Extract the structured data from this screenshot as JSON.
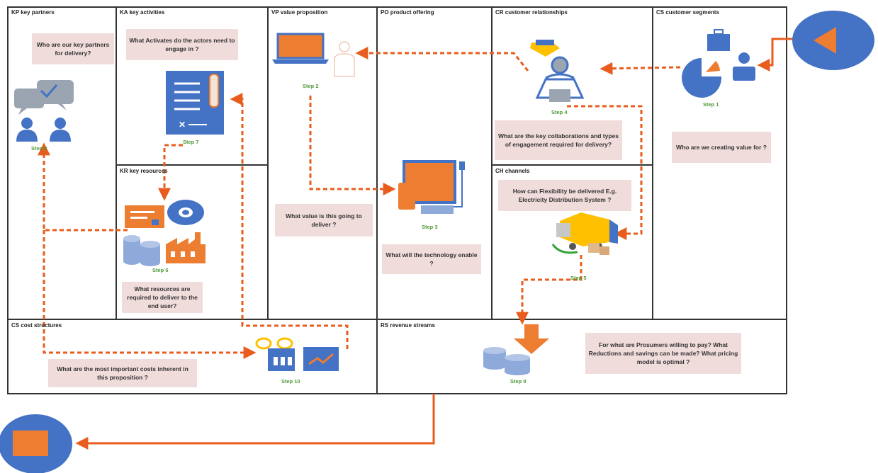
{
  "cells": {
    "kp": {
      "title": "KP key partners",
      "question": "Who are our key partners for delivery?",
      "step": "Step 8"
    },
    "ka": {
      "title": "KA key activities",
      "question": "What Activates do the actors need to engage in ?",
      "step": "Step 7"
    },
    "kr": {
      "title": "KR key resources",
      "question": "What resources are required to deliver to the end user?",
      "step": "Step 6"
    },
    "vp": {
      "title": "VP value proposition",
      "question": "What value is this going to deliver ?",
      "step": "Step 2"
    },
    "po": {
      "title": "PO product offering",
      "question": "What will the technology enable ?",
      "step": "Step 3"
    },
    "cr": {
      "title": "CR customer relationships",
      "question": "What are the key collaborations and types of engagement required for delivery?",
      "step": "Step 4"
    },
    "ch": {
      "title": "CH channels",
      "question": "How can Flexibility be delivered E.g. Electricity Distribution System ?",
      "step": "Step 5"
    },
    "cs_seg": {
      "title": "CS customer segments",
      "question": "Who are we creating value for ?",
      "step": "Step 1"
    },
    "cost": {
      "title": "CS cost structures",
      "question": "What are the most important costs inherent in this proposition ?",
      "step": "Step 10"
    },
    "rev": {
      "title": "RS revenue streams",
      "question": "For what are Prosumers willing to pay? What Reductions and savings can be made? What pricing model is optimal ?",
      "step": "Step 9"
    }
  },
  "colors": {
    "arrow": "#e85d1e",
    "icon_blue": "#4472c4",
    "icon_orange": "#ed7d31",
    "icon_gray": "#9aa5b1",
    "step_green": "#4f9a3a",
    "question_bg": "#f1dcdc",
    "start_circle": "#4472c4"
  },
  "icons": [
    "back-arrow-icon",
    "chat-people-icon",
    "document-icon",
    "database-icon",
    "factory-icon",
    "laptop-icon",
    "person-icon",
    "monitor-device-icon",
    "presenter-icon",
    "pie-chart-icon",
    "briefcase-icon",
    "delivery-truck-icon",
    "revenue-coins-icon",
    "cost-chart-icon",
    "stop-icon"
  ]
}
